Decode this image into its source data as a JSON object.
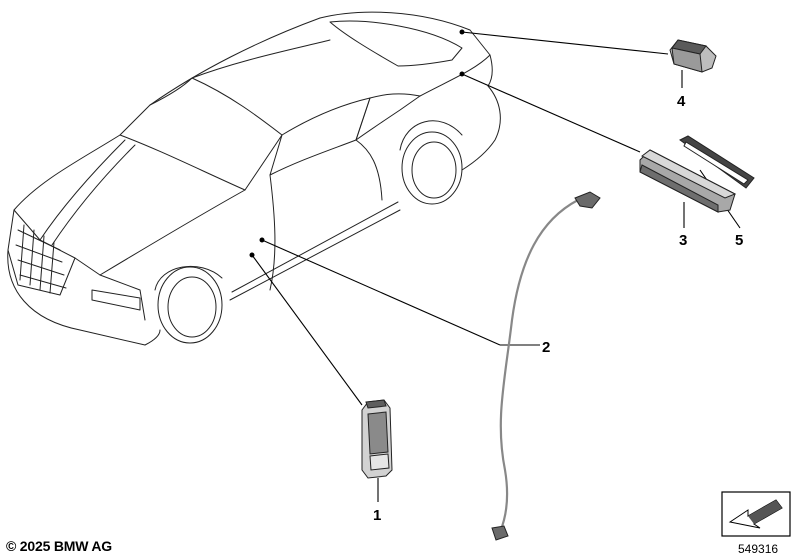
{
  "callouts": [
    {
      "label": "1"
    },
    {
      "label": "2"
    },
    {
      "label": "3"
    },
    {
      "label": "4"
    },
    {
      "label": "5"
    }
  ],
  "footer": {
    "copyright": "© 2025 BMW AG",
    "diagram_id": "549316"
  },
  "icons": [
    "arrow-reference-icon"
  ]
}
